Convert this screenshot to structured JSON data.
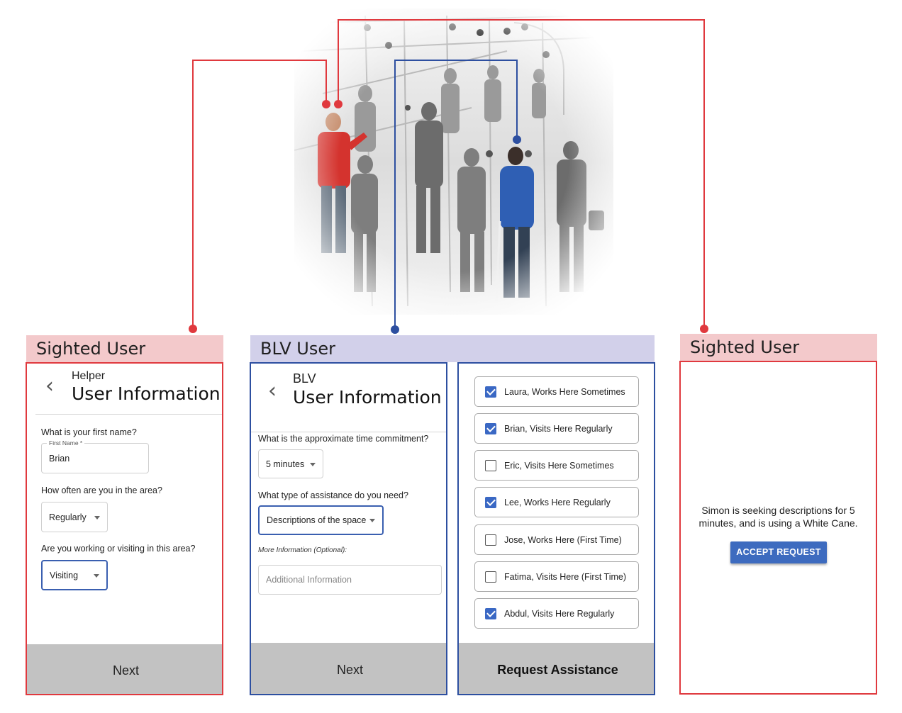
{
  "colors": {
    "sighted_red": "#e0393e",
    "blv_blue": "#2d4fa0",
    "sighted_header_bg": "#f3c9cb",
    "blv_header_bg": "#d2d0ea",
    "accept_button": "#3d6bbf",
    "footer_gray": "#c2c2c2"
  },
  "illustration": {
    "icon": "crowd-scene-illustration"
  },
  "helper_panel": {
    "header": "Sighted User",
    "subtitle": "Helper",
    "title": "User Information",
    "q1": "What is your first name?",
    "q1_field_label": "First Name *",
    "q1_value": "Brian",
    "q2": "How often are you in the area?",
    "q2_value": "Regularly",
    "q3": "Are you working or visiting in this area?",
    "q3_value": "Visiting",
    "footer": "Next"
  },
  "blv_header": "BLV User",
  "blv_panel": {
    "subtitle": "BLV",
    "title": "User Information",
    "q1": "What is the approximate time commitment?",
    "q1_value": "5 minutes",
    "q2": "What type of assistance do you need?",
    "q2_value": "Descriptions of the space",
    "more_info_label": "More Information (Optional):",
    "more_info_placeholder": "Additional Information",
    "footer": "Next"
  },
  "helpers_panel": {
    "items": [
      {
        "label": "Laura, Works Here Sometimes",
        "checked": true
      },
      {
        "label": "Brian, Visits Here Regularly",
        "checked": true
      },
      {
        "label": "Eric, Visits Here Sometimes",
        "checked": false
      },
      {
        "label": "Lee, Works Here Regularly",
        "checked": true
      },
      {
        "label": "Jose, Works Here (First Time)",
        "checked": false
      },
      {
        "label": "Fatima, Visits Here (First Time)",
        "checked": false
      },
      {
        "label": "Abdul, Visits Here Regularly",
        "checked": true
      }
    ],
    "footer": "Request Assistance"
  },
  "request_panel": {
    "header": "Sighted User",
    "message_line1": "Simon is seeking descriptions for 5",
    "message_line2": "minutes, and is using a White Cane.",
    "accept_label": "ACCEPT REQUEST"
  }
}
